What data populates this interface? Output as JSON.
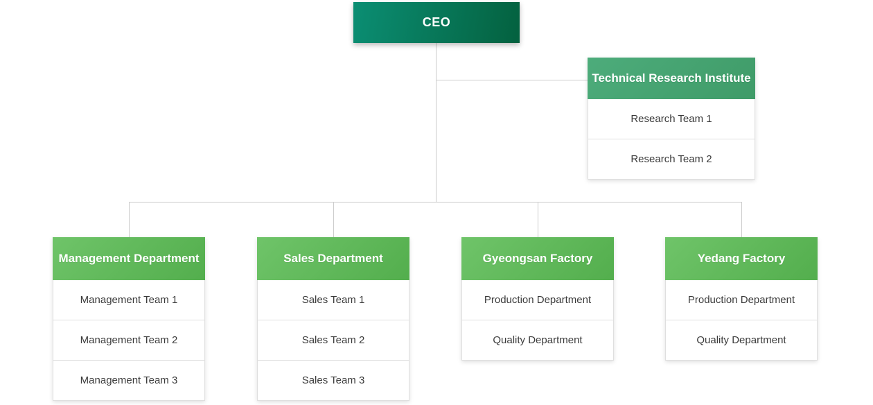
{
  "chart": {
    "type": "org-chart",
    "ceo": {
      "label": "CEO"
    },
    "institute": {
      "label": "Technical Research Institute",
      "children": [
        "Research Team 1",
        "Research Team 2"
      ]
    },
    "management": {
      "label": "Management Department",
      "children": [
        "Management Team 1",
        "Management Team 2",
        "Management Team 3"
      ]
    },
    "sales": {
      "label": "Sales Department",
      "children": [
        "Sales Team 1",
        "Sales Team 2",
        "Sales Team 3"
      ]
    },
    "gyeongsan": {
      "label": "Gyeongsan Factory",
      "children": [
        "Production Department",
        "Quality Department"
      ]
    },
    "yedang": {
      "label": "Yedang Factory",
      "children": [
        "Production Department",
        "Quality Department"
      ]
    }
  },
  "colors": {
    "background": "#ffffff",
    "ceo_gradient_start": "#0b8e73",
    "ceo_gradient_end": "#04613f",
    "institute_header_start": "#4dac7b",
    "institute_header_end": "#3f9b68",
    "department_header_start": "#6fc469",
    "department_header_end": "#53ae4d",
    "connector_line": "#cccccc",
    "cell_border": "#dfdfdf",
    "cell_text": "#3b3b3b",
    "header_text": "#ffffff"
  }
}
